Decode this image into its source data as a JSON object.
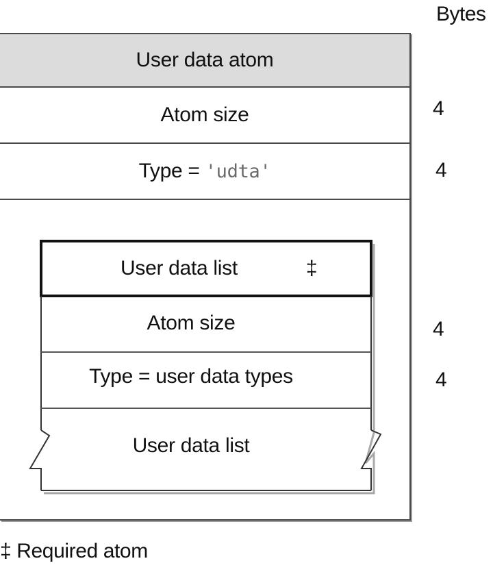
{
  "header": {
    "bytes_label": "Bytes"
  },
  "outer_atom": {
    "title": "User data atom",
    "title_bg": "#dcdcdc",
    "rows": [
      {
        "label": "Atom size",
        "bytes": "4"
      },
      {
        "label_prefix": "Type = ",
        "label_code": "'udta'",
        "bytes": "4"
      }
    ]
  },
  "inner_atom": {
    "title": "User data list",
    "required_mark": "‡",
    "rows": [
      {
        "label": "Atom size",
        "bytes": "4"
      },
      {
        "label": "Type = user data types",
        "bytes": "4"
      },
      {
        "label": "User data list"
      }
    ]
  },
  "footnote": {
    "symbol": "‡",
    "text": "Required atom"
  }
}
